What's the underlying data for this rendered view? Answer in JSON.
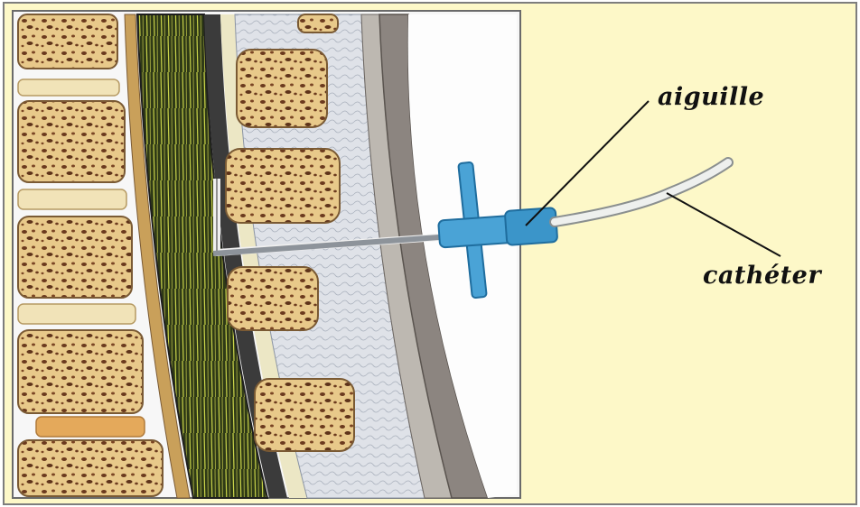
{
  "labels": {
    "needle": "aiguille",
    "catheter": "cathéter"
  },
  "colors": {
    "background_panel": "#fdf8c8",
    "bone": "#e8c98a",
    "bone_pore": "#6b3a1e",
    "disc": "#f1e3b8",
    "nerve_fibers": "#9aa03c",
    "dura": "#3b3b3b",
    "ligament": "#d9dde4",
    "skin": "#8c8580",
    "needle_hub": "#4aa3d6",
    "catheter": "#e9ece9"
  },
  "icons": [
    "spine-cross-section",
    "epidural-needle",
    "epidural-catheter"
  ]
}
